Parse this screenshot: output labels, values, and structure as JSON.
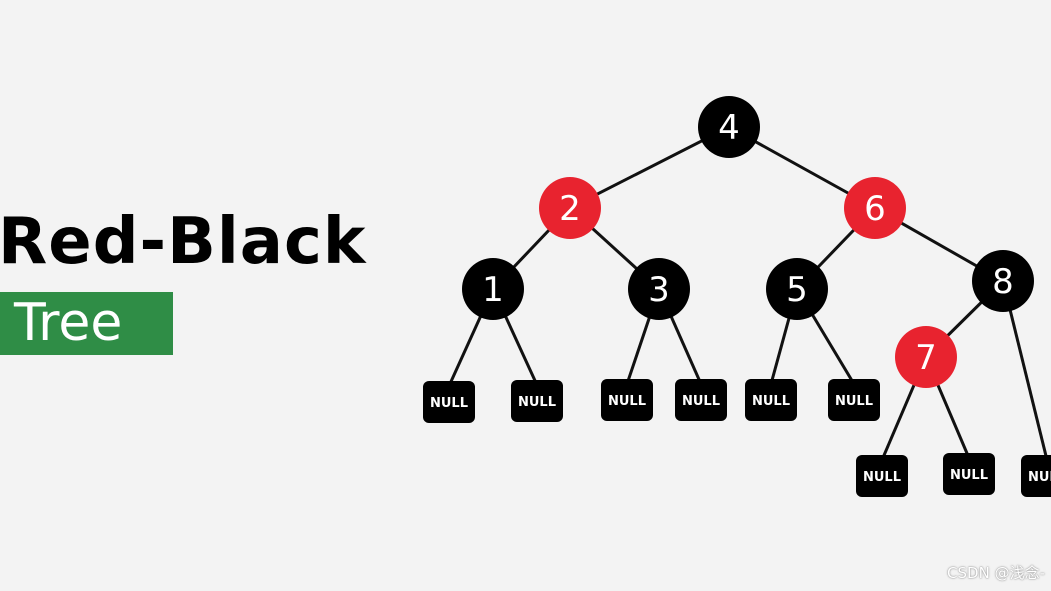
{
  "title": {
    "line1": "Red-Black",
    "line2": "Tree"
  },
  "colors": {
    "background": "#f3f3f3",
    "black_node": "#000000",
    "red_node": "#e8232f",
    "highlight": "#2f8d46",
    "edge": "#111111",
    "label": "#ffffff"
  },
  "tree": {
    "nodes": [
      {
        "id": "n4",
        "label": "4",
        "color": "black"
      },
      {
        "id": "n2",
        "label": "2",
        "color": "red"
      },
      {
        "id": "n6",
        "label": "6",
        "color": "red"
      },
      {
        "id": "n1",
        "label": "1",
        "color": "black"
      },
      {
        "id": "n3",
        "label": "3",
        "color": "black"
      },
      {
        "id": "n5",
        "label": "5",
        "color": "black"
      },
      {
        "id": "n8",
        "label": "8",
        "color": "black"
      },
      {
        "id": "n7",
        "label": "7",
        "color": "red"
      }
    ],
    "null_label": "NULL",
    "null_leaves": [
      "1-left",
      "1-right",
      "3-left",
      "3-right",
      "5-left",
      "5-right",
      "7-left",
      "7-right",
      "8-right"
    ],
    "edges": [
      [
        "n4",
        "n2"
      ],
      [
        "n4",
        "n6"
      ],
      [
        "n2",
        "n1"
      ],
      [
        "n2",
        "n3"
      ],
      [
        "n6",
        "n5"
      ],
      [
        "n6",
        "n8"
      ],
      [
        "n8",
        "n7"
      ]
    ]
  },
  "watermark": "CSDN @浅念-"
}
